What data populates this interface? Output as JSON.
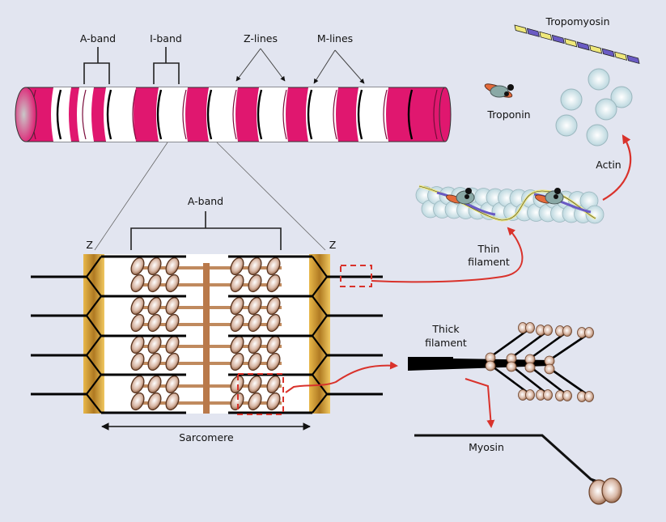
{
  "figure": {
    "type": "muscle structure diagram",
    "colors": {
      "background": "#e2e5f0",
      "fiber_band": "#e0176f",
      "z_disc": "#d9a83a",
      "thick_filament": "#b9794a",
      "myosin_head": "#a8755a",
      "actin": "#cde4ea",
      "tropomyosin_a": "#6a5bc4",
      "tropomyosin_b": "#efe87a",
      "callout": "#d9322b"
    }
  },
  "fiber": {
    "labels": {
      "a_band": "A-band",
      "i_band": "I-band",
      "z_lines": "Z-lines",
      "m_lines": "M-lines"
    }
  },
  "sarcomere": {
    "a_band": "A-band",
    "z_left": "Z",
    "z_right": "Z",
    "sarcomere": "Sarcomere"
  },
  "thin": {
    "tropomyosin": "Tropomyosin",
    "troponin": "Troponin",
    "actin": "Actin",
    "thin_filament_1": "Thin",
    "thin_filament_2": "filament"
  },
  "thick": {
    "thick_filament_1": "Thick",
    "thick_filament_2": "filament",
    "myosin": "Myosin"
  }
}
